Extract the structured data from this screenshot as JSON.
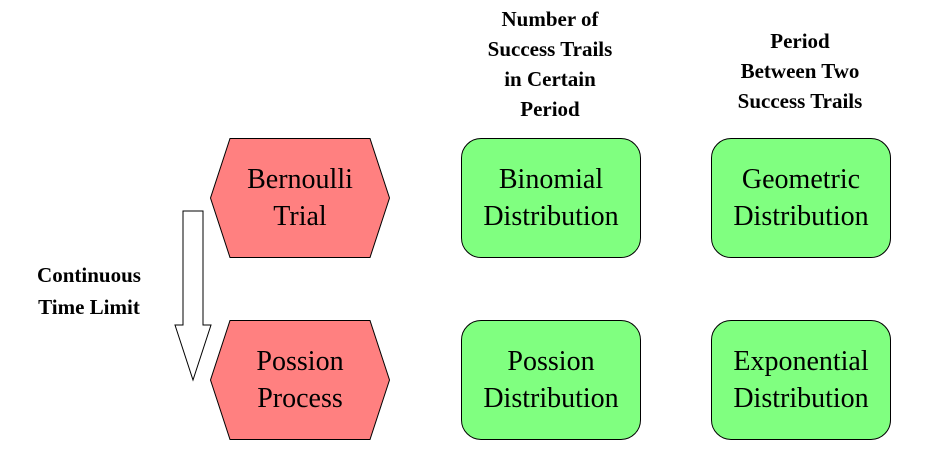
{
  "headers": {
    "count": [
      "Number of",
      "Success Trails",
      "in Certain",
      "Period"
    ],
    "between": [
      "Period",
      "Between Two",
      "Success Trails"
    ]
  },
  "side_label": [
    "Continuous",
    "Time Limit"
  ],
  "processes": {
    "bernoulli": [
      "Bernoulli",
      "Trial"
    ],
    "poisson": [
      "Possion",
      "Process"
    ]
  },
  "distributions": {
    "binomial": [
      "Binomial",
      "Distribution"
    ],
    "geometric": [
      "Geometric",
      "Distribution"
    ],
    "poisson": [
      "Possion",
      "Distribution"
    ],
    "exponential": [
      "Exponential",
      "Distribution"
    ]
  },
  "colors": {
    "process_fill": "#ff8080",
    "distribution_fill": "#80ff80",
    "arrow_fill": "#ffffff",
    "stroke": "#000000"
  }
}
